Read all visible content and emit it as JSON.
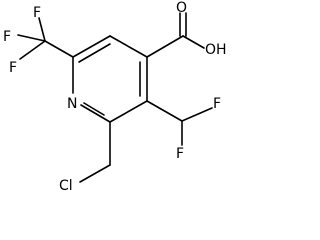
{
  "molecule": {
    "atoms": {
      "f_top": "F",
      "f_left": "F",
      "f_mid": "F",
      "hydroxyl": "OH",
      "carbonyl_o": "O",
      "ring_n": "N",
      "chf2_f1": "F",
      "chf2_f2": "F",
      "chlorine": "Cl"
    }
  }
}
